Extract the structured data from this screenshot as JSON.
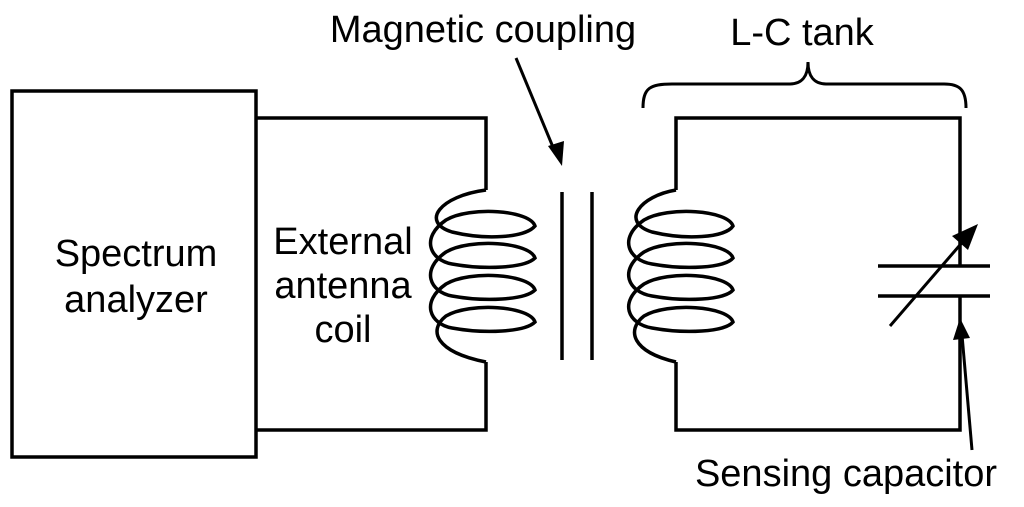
{
  "labels": {
    "analyzer_line1": "Spectrum",
    "analyzer_line2": "analyzer",
    "coil_line1": "External",
    "coil_line2": "antenna",
    "coil_line3": "coil",
    "coupling": "Magnetic coupling",
    "tank": "L-C tank",
    "capacitor": "Sensing capacitor"
  },
  "colors": {
    "stroke": "#000000",
    "background": "#ffffff"
  }
}
